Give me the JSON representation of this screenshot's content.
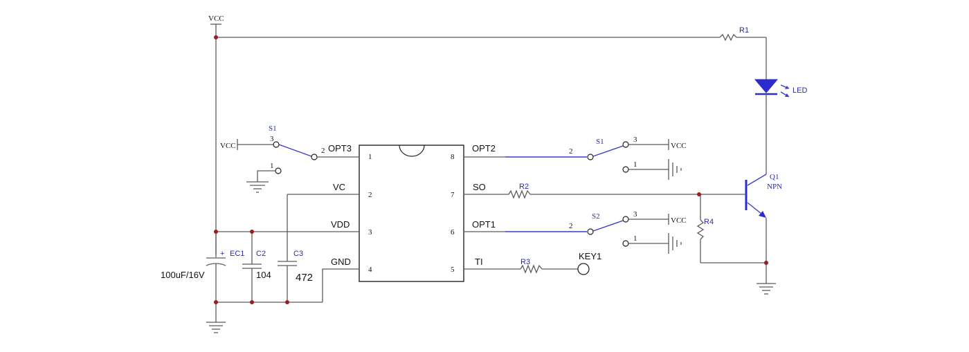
{
  "power": {
    "vcc_top": "VCC",
    "vcc_s1_left": "VCC",
    "vcc_s1_right": "VCC",
    "vcc_s2_right": "VCC"
  },
  "ic": {
    "pins_left": [
      {
        "num": "1",
        "net": "OPT3"
      },
      {
        "num": "2",
        "net": "VC"
      },
      {
        "num": "3",
        "net": "VDD"
      },
      {
        "num": "4",
        "net": "GND"
      }
    ],
    "pins_right": [
      {
        "num": "8",
        "net": "OPT2"
      },
      {
        "num": "7",
        "net": "SO"
      },
      {
        "num": "6",
        "net": "OPT1"
      },
      {
        "num": "5",
        "net": "TI"
      }
    ]
  },
  "switches": {
    "left": {
      "ref": "S1",
      "pin_common": "2",
      "pin_a": "3",
      "pin_b": "1"
    },
    "right_top": {
      "ref": "S1",
      "pin_common": "2",
      "pin_a": "3",
      "pin_b": "1"
    },
    "right_bottom": {
      "ref": "S2",
      "pin_common": "2",
      "pin_a": "3",
      "pin_b": "1"
    }
  },
  "components": {
    "r1": "R1",
    "r2": "R2",
    "r3": "R3",
    "r4": "R4",
    "led": "LED",
    "q1_ref": "Q1",
    "q1_type": "NPN",
    "key1": "KEY1",
    "ec1_ref": "EC1",
    "ec1_value": "100uF/16V",
    "ec1_polarity": "+",
    "c2_ref": "C2",
    "c2_value": "104",
    "c3_ref": "C3",
    "c3_value": "472"
  },
  "colors": {
    "wire": "#5a5a5a",
    "component": "#3a3acc",
    "junction": "#9b1c1c"
  }
}
